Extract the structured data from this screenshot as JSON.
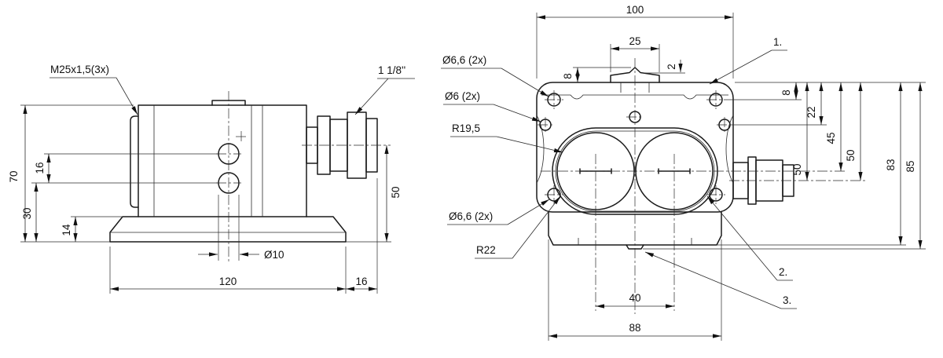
{
  "title": "Pump housing technical drawing, two views",
  "colors": {
    "line": "#1a1a1a",
    "background": "#ffffff"
  },
  "views": {
    "side": {
      "callouts": {
        "thread": "M25x1,5(3x)",
        "port": "1 1/8''"
      },
      "dims": {
        "height_total": "70",
        "hole_spacing": "16",
        "hole_height": "30",
        "flange_height": "14",
        "port_height": "50",
        "hole_dia": "Ø10",
        "base_width": "120",
        "port_len": "16"
      }
    },
    "front": {
      "callouts": {
        "c1": "1.",
        "c2": "2.",
        "c3": "3."
      },
      "labels": {
        "hole_top": "Ø6,6 (2x)",
        "hole_small": "Ø6 (2x)",
        "bore_radius": "R19,5",
        "hole_bottom": "Ø6,6 (2x)",
        "body_radius": "R22"
      },
      "dims": {
        "width_total": "100",
        "plug_width": "25",
        "plug_depth": "8",
        "step": "2",
        "d8": "8",
        "d22": "22",
        "d45": "45",
        "d50a": "50",
        "d50b": "50",
        "d83": "83",
        "d85": "85",
        "bore_spacing": "40",
        "block_width": "88"
      }
    }
  }
}
